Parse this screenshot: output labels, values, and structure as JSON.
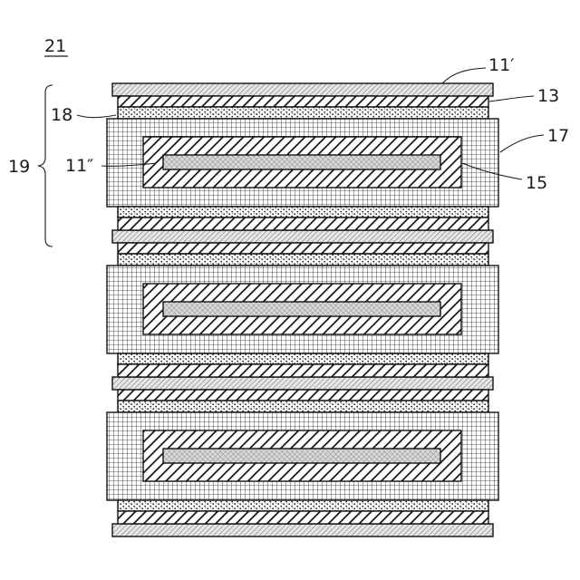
{
  "figure": {
    "number": "21"
  },
  "labels": {
    "foil_outer": "11′",
    "foil_inner": "11″",
    "layer_13": "13",
    "layer_15": "15",
    "layer_17": "17",
    "layer_18": "18",
    "unit_19": "19"
  },
  "stack": {
    "unit_count": 3
  }
}
